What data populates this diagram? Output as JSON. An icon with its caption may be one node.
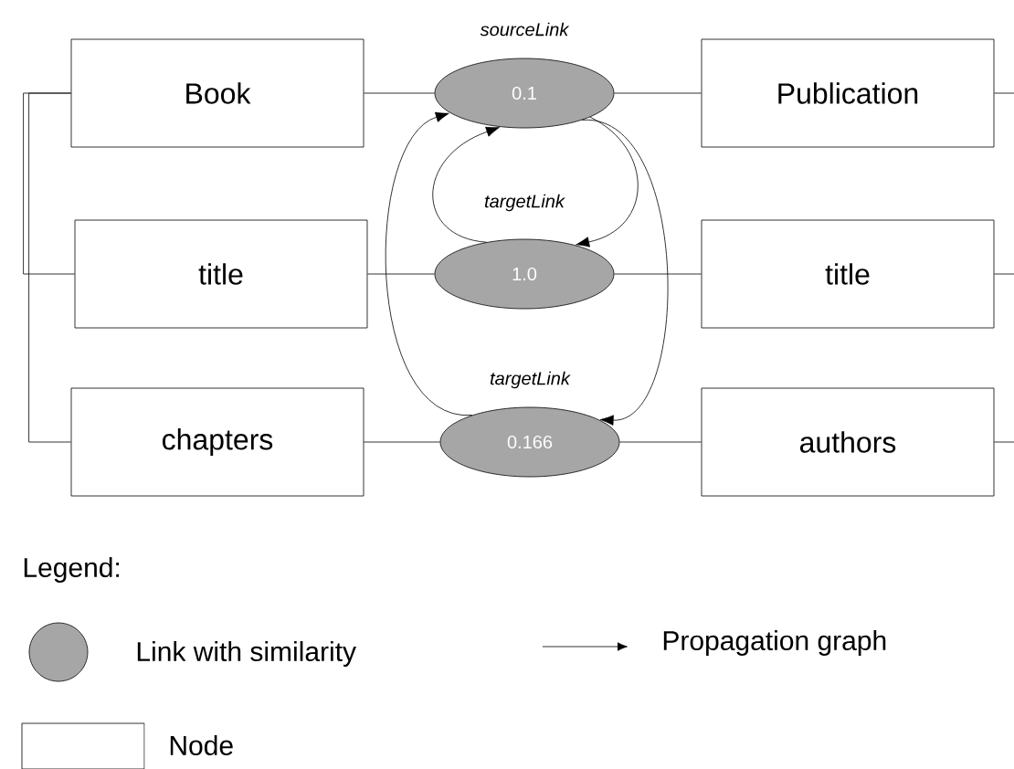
{
  "diagram": {
    "nodes": [
      {
        "text": [
          "Book"
        ]
      },
      {
        "text": [
          "title"
        ]
      },
      {
        "text": [
          "chapters"
        ]
      },
      {
        "text": [
          "0.1"
        ],
        "beside": [
          "sourceLink"
        ]
      },
      {
        "text": [
          "1.0"
        ],
        "beside": [
          "targetLink"
        ]
      },
      {
        "text": [
          "0.166"
        ],
        "beside": [
          "targetLink"
        ]
      },
      {
        "text": [
          "Publication"
        ]
      },
      {
        "text": [
          "title"
        ]
      },
      {
        "text": [
          "authors"
        ]
      }
    ],
    "edges": [
      {
        "from": 0,
        "to": 3,
        "arrow": "none"
      },
      {
        "from": 1,
        "to": 4,
        "arrow": "none"
      },
      {
        "from": 2,
        "to": 5,
        "arrow": "none"
      },
      {
        "from": 6,
        "to": 3,
        "arrow": "none"
      },
      {
        "from": 7,
        "to": 4,
        "arrow": "none"
      },
      {
        "from": 8,
        "to": 5,
        "arrow": "none"
      },
      {
        "from": 4,
        "to": 3,
        "arrow": "to"
      },
      {
        "from": 5,
        "to": 3,
        "arrow": "to"
      },
      {
        "from": 3,
        "to": 4,
        "arrow": "to"
      },
      {
        "from": 3,
        "to": 5,
        "arrow": "to"
      },
      {
        "from": 0,
        "to": 1,
        "arrow": "none"
      },
      {
        "from": 0,
        "to": 2,
        "arrow": "none"
      },
      {
        "from": 6,
        "to": null,
        "arrow": "none"
      },
      {
        "from": 7,
        "to": null,
        "arrow": "none"
      },
      {
        "from": 8,
        "to": null,
        "arrow": "none"
      }
    ],
    "labels": [
      "Legend:"
    ],
    "legend": [
      {
        "text": "Link with similarity",
        "color": "#a6a6a6"
      },
      {
        "text": "Propagation graph"
      },
      {
        "text": "Node"
      }
    ]
  }
}
